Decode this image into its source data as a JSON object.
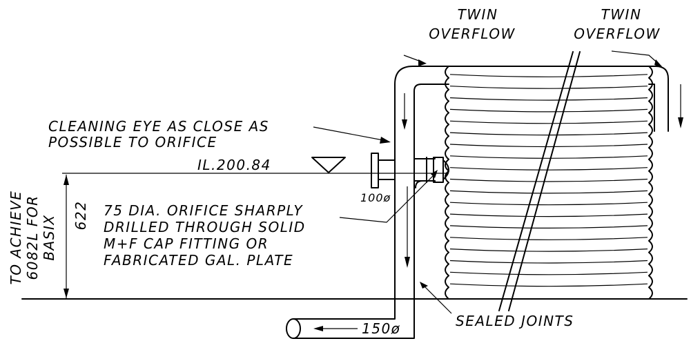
{
  "labels": {
    "overflow_left_line1": "TWIN",
    "overflow_left_line2": "OVERFLOW",
    "overflow_right_line1": "TWIN",
    "overflow_right_line2": "OVERFLOW",
    "cleaning_eye_line1": "CLEANING EYE AS CLOSE AS",
    "cleaning_eye_line2": "POSSIBLE TO ORIFICE",
    "invert_level": "IL.200.84",
    "pipe_diameter_vertical": "100ø",
    "orifice_line1": "75 DIA. ORIFICE SHARPLY",
    "orifice_line2": "DRILLED THROUGH SOLID",
    "orifice_line3": "M+F CAP FITTING OR",
    "orifice_line4": "FABRICATED GAL. PLATE",
    "side_note_line1": "TO ACHIEVE",
    "side_note_line2": "6082L FOR",
    "side_note_line3": "BASIX",
    "height_dimension": "622",
    "pipe_diameter_outlet": "150ø",
    "sealed_joints": "SEALED JOINTS"
  },
  "colors": {
    "ink": "#000000",
    "paper": "#ffffff"
  }
}
